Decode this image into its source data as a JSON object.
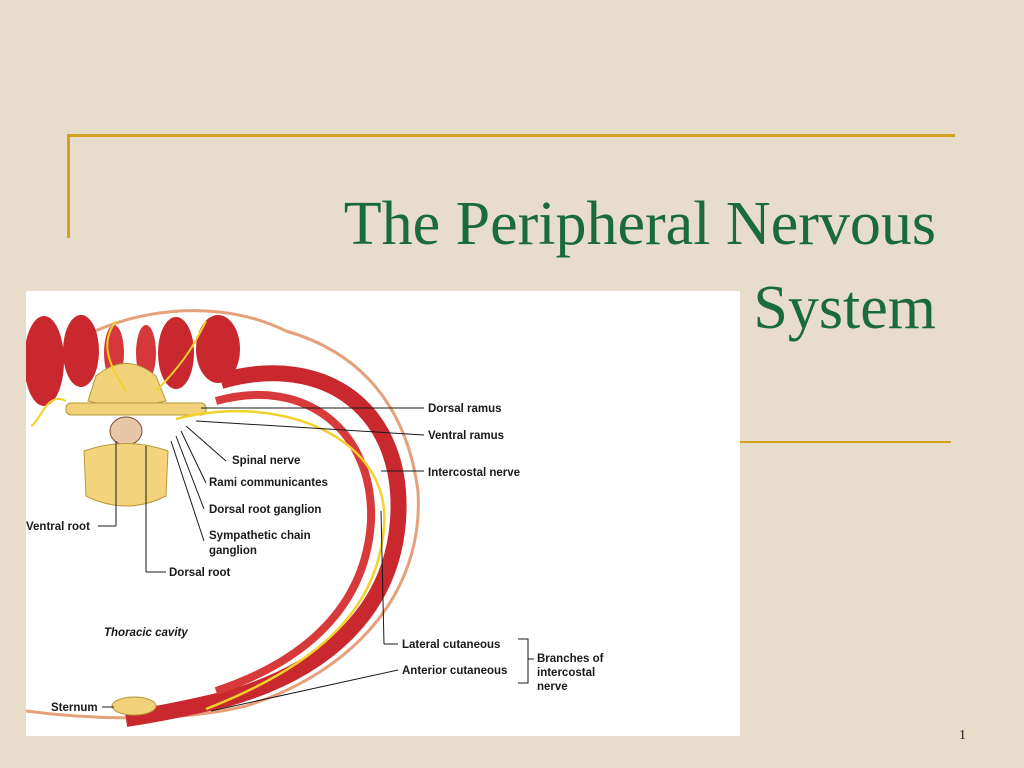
{
  "slide": {
    "title_line1": "The Peripheral Nervous",
    "title_line2": "System",
    "page_number": "1"
  },
  "figure": {
    "labels": {
      "dorsal_ramus": "Dorsal ramus",
      "ventral_ramus": "Ventral ramus",
      "spinal_nerve": "Spinal nerve",
      "rami_communicantes": "Rami communicantes",
      "intercostal_nerve": "Intercostal nerve",
      "dorsal_root_ganglion": "Dorsal root ganglion",
      "sympathetic_chain_1": "Sympathetic chain",
      "sympathetic_chain_2": "ganglion",
      "ventral_root": "Ventral root",
      "dorsal_root": "Dorsal root",
      "thoracic_cavity": "Thoracic cavity",
      "lateral_cutaneous": "Lateral cutaneous",
      "anterior_cutaneous": "Anterior cutaneous",
      "branches_1": "Branches of",
      "branches_2": "intercostal",
      "branches_3": "nerve",
      "sternum": "Sternum"
    }
  }
}
